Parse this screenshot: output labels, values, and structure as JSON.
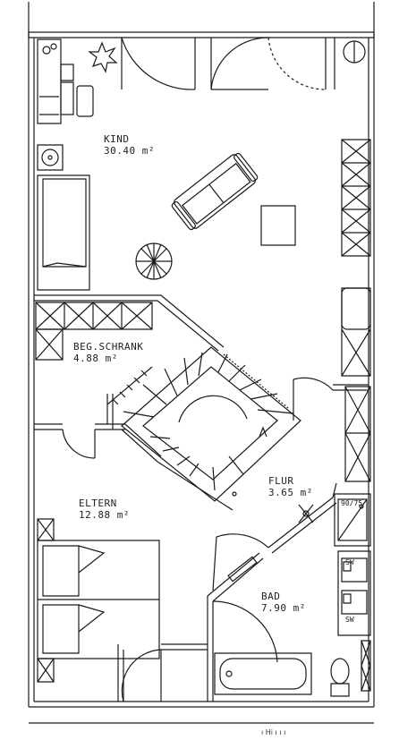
{
  "rooms": {
    "kind": {
      "name": "KIND",
      "area": "30.40 m²"
    },
    "schrank": {
      "name": "BEG.SCHRANK",
      "area": "4.88 m²"
    },
    "flur": {
      "name": "FLUR",
      "area": "3.65 m²"
    },
    "eltern": {
      "name": "ELTERN",
      "area": "12.88 m²"
    },
    "bad": {
      "name": "BAD",
      "area": "7.90 m²"
    }
  },
  "fixtures": {
    "shower_size": "90/75",
    "sw_top": "SW",
    "sw_bottom": "SW"
  },
  "footer_text": "ı Hi ı ı ı"
}
